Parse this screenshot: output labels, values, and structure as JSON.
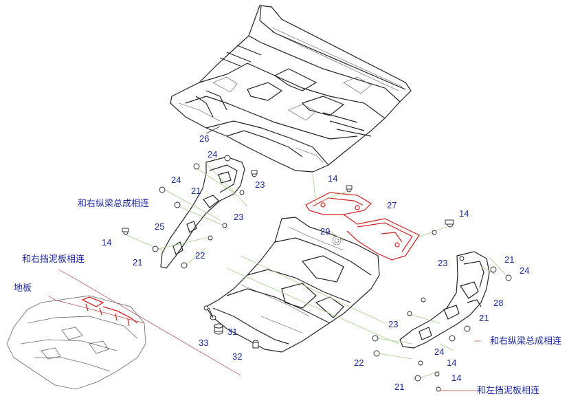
{
  "labels": {
    "l26": "26",
    "l24a": "24",
    "l24b": "24",
    "l21a": "21",
    "l23a": "23",
    "l23b": "23",
    "l25": "25",
    "l14a": "14",
    "l21b": "21",
    "l22a": "22",
    "l14b": "14",
    "l27": "27",
    "l29": "29",
    "l14c": "14",
    "l23c": "23",
    "l21c": "21",
    "l24c": "24",
    "l28": "28",
    "l21d": "21",
    "l23d": "23",
    "l31": "31",
    "l33": "33",
    "l32": "32",
    "l24d": "24",
    "l14d": "14",
    "l22b": "22",
    "l14e": "14",
    "l21e": "21"
  },
  "notes": {
    "right_rail_top": "和右纵梁总成相连",
    "right_fender": "和右挡泥板相连",
    "floor": "地板",
    "right_rail_bottom": "和右纵梁总成相连",
    "left_fender": "和左挡泥板相连"
  },
  "colors": {
    "label": "#1a2aa0",
    "highlight": "#d02020",
    "line": "#222222",
    "leader": "#a0d080"
  }
}
